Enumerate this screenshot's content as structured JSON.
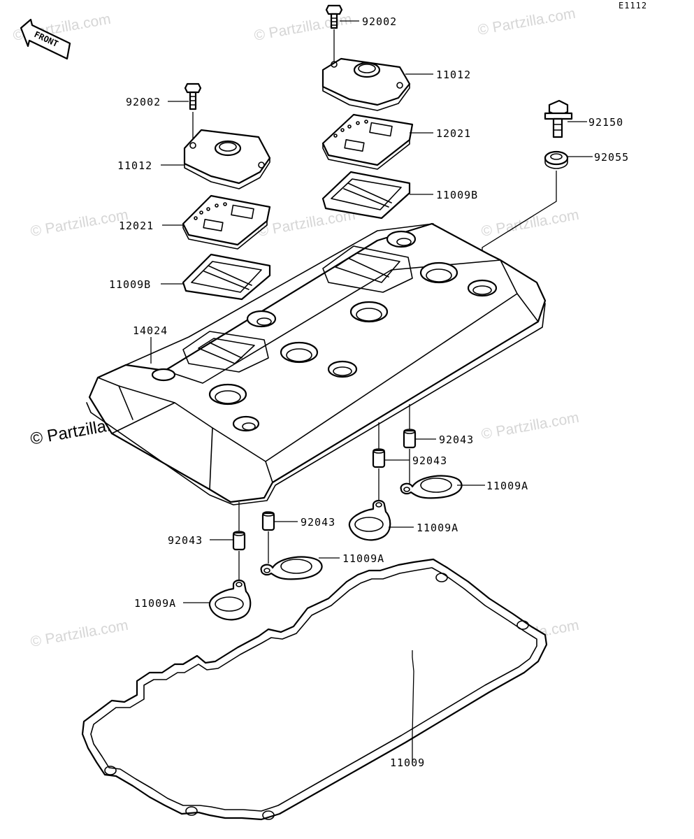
{
  "diagram_code": "E1112",
  "front_label": "FRONT",
  "watermark": "© Partzilla.com",
  "watermark_main": "© Partzilla.com",
  "callouts": {
    "c92002_top": "92002",
    "c11012_top": "11012",
    "c12021_top": "12021",
    "c11009B_top": "11009B",
    "c92150": "92150",
    "c92055": "92055",
    "c92002_left": "92002",
    "c11012_left": "11012",
    "c12021_left": "12021",
    "c11009B_left": "11009B",
    "c14024": "14024",
    "c92043_a": "92043",
    "c92043_b": "92043",
    "c92043_c": "92043",
    "c92043_d": "92043",
    "c11009A_a": "11009A",
    "c11009A_b": "11009A",
    "c11009A_c": "11009A",
    "c11009A_d": "11009A",
    "c11009": "11009"
  }
}
